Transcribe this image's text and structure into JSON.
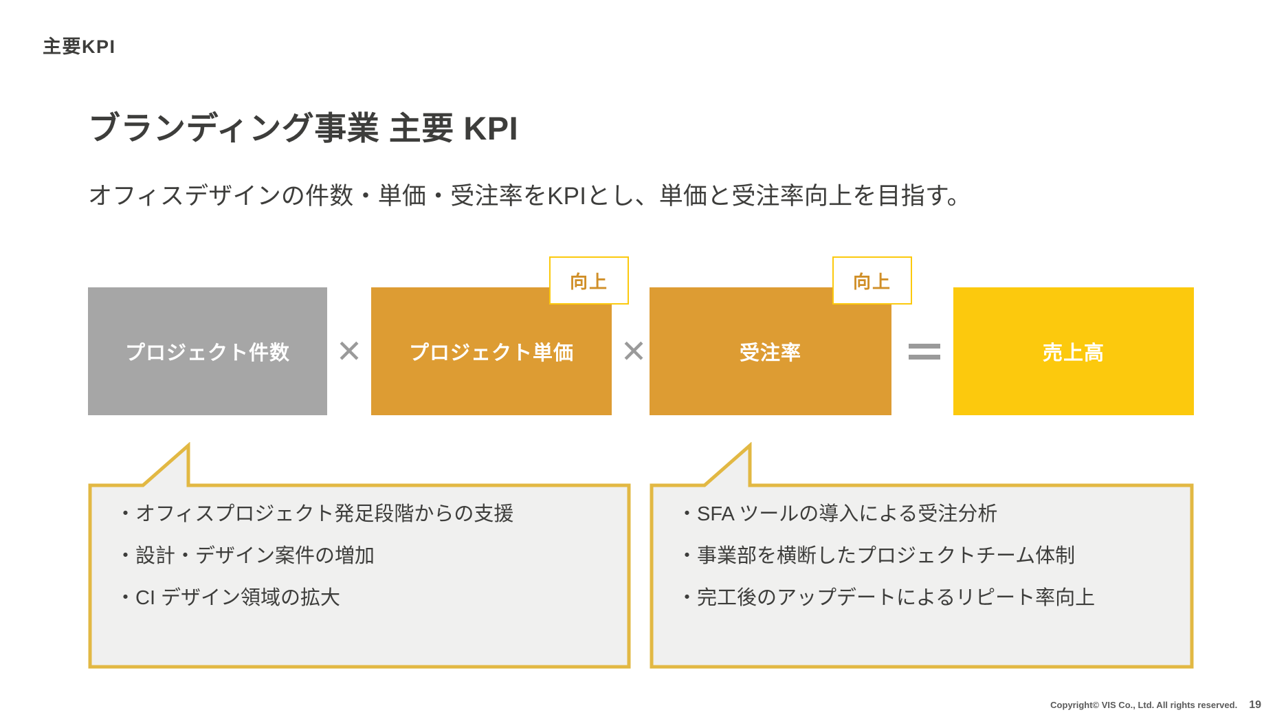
{
  "header": {
    "eyebrow": "主要KPI",
    "title": "ブランディング事業 主要 KPI",
    "lead": "オフィスデザインの件数・単価・受注率をKPIとし、単価と受注率向上を目指す。"
  },
  "formula": {
    "boxes": [
      {
        "label": "プロジェクト件数",
        "color": "#a6a6a6",
        "style": "gray"
      },
      {
        "label": "プロジェクト単価",
        "color": "#dd9c33",
        "style": "orange"
      },
      {
        "label": "受注率",
        "color": "#dd9c33",
        "style": "orange"
      },
      {
        "label": "売上高",
        "color": "#fcc90d",
        "style": "yellow"
      }
    ],
    "operators": [
      {
        "symbol": "✕",
        "name": "multiply"
      },
      {
        "symbol": "✕",
        "name": "multiply"
      },
      {
        "symbol": "=",
        "name": "equals"
      }
    ],
    "badges": [
      {
        "label": "向上"
      },
      {
        "label": "向上"
      }
    ]
  },
  "callouts": [
    {
      "target": "プロジェクト単価",
      "bullets": [
        "・オフィスプロジェクト発足段階からの支援",
        "・設計・デザイン案件の増加",
        "・CI デザイン領域の拡大"
      ]
    },
    {
      "target": "受注率",
      "bullets": [
        "・SFA ツールの導入による受注分析",
        "・事業部を横断したプロジェクトチーム体制",
        "・完工後のアップデートによるリピート率向上"
      ]
    }
  ],
  "footer": {
    "copyright": "Copyright© VIS Co., Ltd. All rights reserved.",
    "page": "19"
  },
  "colors": {
    "gray_box": "#a6a6a6",
    "orange_box": "#dd9c33",
    "yellow_box": "#fcc90d",
    "badge_border": "#fcc90d",
    "badge_text": "#d08f28",
    "callout_fill": "#f0f0ef",
    "callout_border": "#e2b843",
    "text": "#3d3d3b",
    "operator": "#9a9a9a"
  }
}
